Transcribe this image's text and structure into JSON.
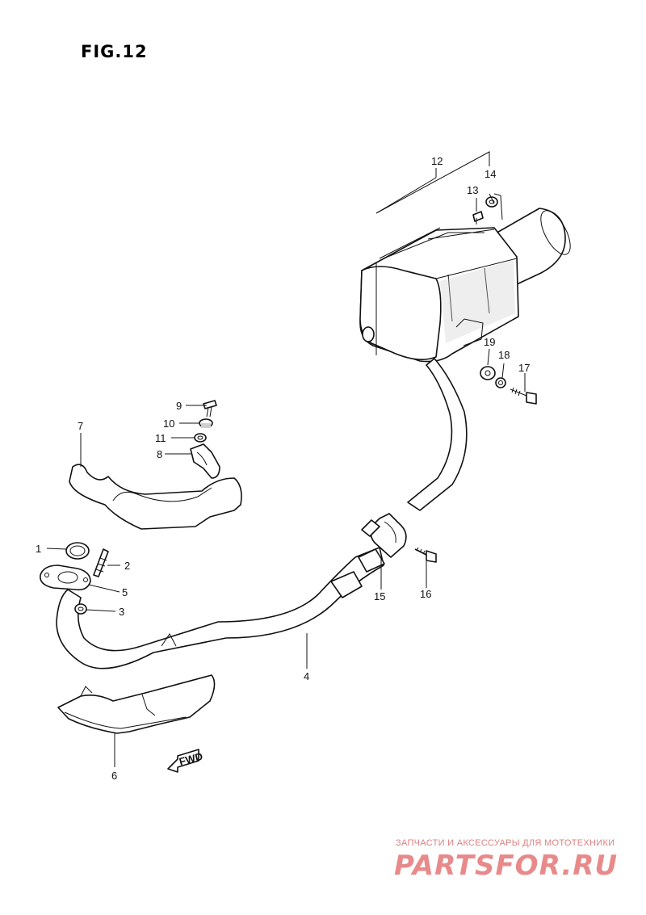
{
  "title": "FIG.12",
  "fwd_label": "FWD",
  "watermark": {
    "caption": "ЗАПЧАСТИ И АКСЕССУАРЫ ДЛЯ МОТОТЕХНИКИ",
    "logo": "PARTSFOR.RU"
  },
  "callouts": {
    "c1": "1",
    "c2": "2",
    "c3": "3",
    "c4": "4",
    "c5": "5",
    "c6": "6",
    "c7": "7",
    "c8": "8",
    "c9": "9",
    "c10": "10",
    "c11": "11",
    "c12": "12",
    "c13": "13",
    "c14": "14",
    "c15": "15",
    "c16": "16",
    "c17": "17",
    "c18": "18",
    "c19": "19"
  }
}
